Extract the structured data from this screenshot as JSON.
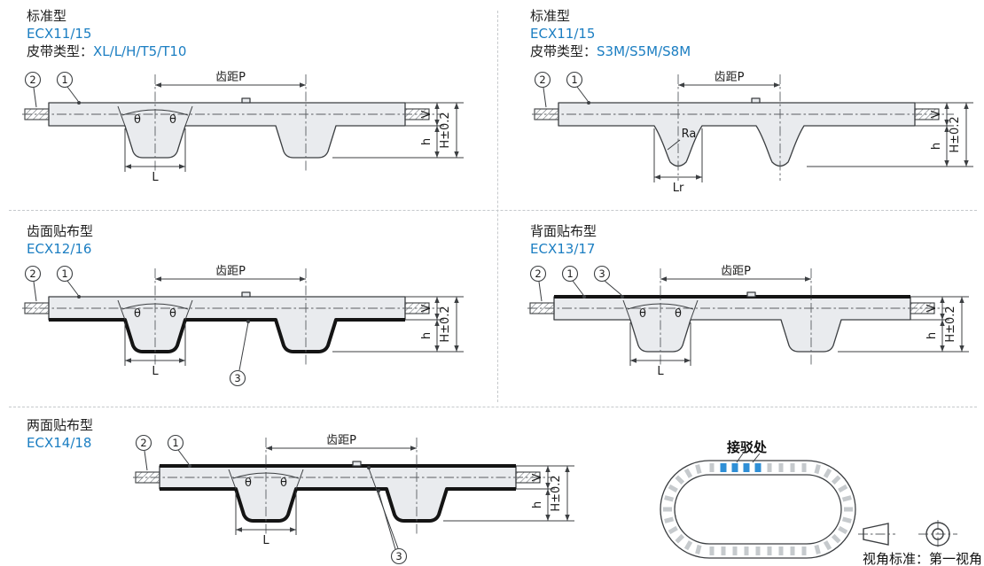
{
  "colors": {
    "accent_blue": "#1b7ec2",
    "belt_fill": "#e9ebee",
    "line": "#3c3f42",
    "fabric_black": "#141414",
    "joint_blue": "#2f8fd6"
  },
  "panels": [
    {
      "title": "标准型",
      "code": "ECX11/15",
      "belt_label": "皮带类型：",
      "belt_types": "XL/L/H/T5/T10"
    },
    {
      "title": "标准型",
      "code": "ECX11/15",
      "belt_label": "皮带类型：",
      "belt_types": "S3M/S5M/S8M"
    },
    {
      "title": "齿面贴布型",
      "code": "ECX12/16"
    },
    {
      "title": "背面贴布型",
      "code": "ECX13/17"
    },
    {
      "title": "两面贴布型",
      "code": "ECX14/18"
    }
  ],
  "dims": {
    "pitch": "齿距P",
    "theta": "θ",
    "L": "L",
    "V": "V",
    "h": "h",
    "H": "H±0.2",
    "Ra": "Ra",
    "Lr": "Lr"
  },
  "callouts": {
    "c1": "1",
    "c2": "2",
    "c3": "3"
  },
  "loop": {
    "joint": "接驳处"
  },
  "footer": {
    "view_standard": "视角标准：第一视角"
  }
}
